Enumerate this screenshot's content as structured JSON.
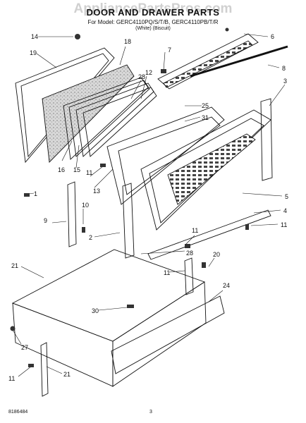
{
  "header": {
    "watermark": "AppliancePartsPros.com",
    "title": "DOOR AND DRAWER PARTS",
    "model": "For Model: GERC4110PQ/S/T/B, GERC4110PB/T/R",
    "variants": "(White)          (Biscuit)"
  },
  "callouts": [
    "14",
    "19",
    "18",
    "7",
    "6",
    "8",
    "28",
    "12",
    "3",
    "25",
    "31",
    "16",
    "15",
    "11",
    "13",
    "1",
    "5",
    "4",
    "11",
    "10",
    "9",
    "2",
    "28",
    "11",
    "20",
    "21",
    "11",
    "24",
    "30",
    "27",
    "11",
    "21"
  ],
  "footer": {
    "doc_number": "8186484",
    "page": "3"
  },
  "colors": {
    "line": "#111111",
    "gasket_fill": "#dcdcdc",
    "paper": "#ffffff"
  }
}
